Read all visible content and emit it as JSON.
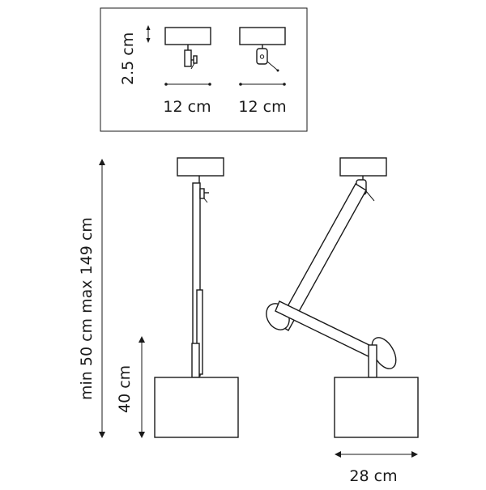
{
  "inset": {
    "height_label": "2.5 cm",
    "width_label_left": "12 cm",
    "width_label_right": "12 cm"
  },
  "main": {
    "total_length_label": "min 50 cm max 149 cm",
    "lower_length_label": "40 cm",
    "shade_width_label": "28 cm"
  }
}
